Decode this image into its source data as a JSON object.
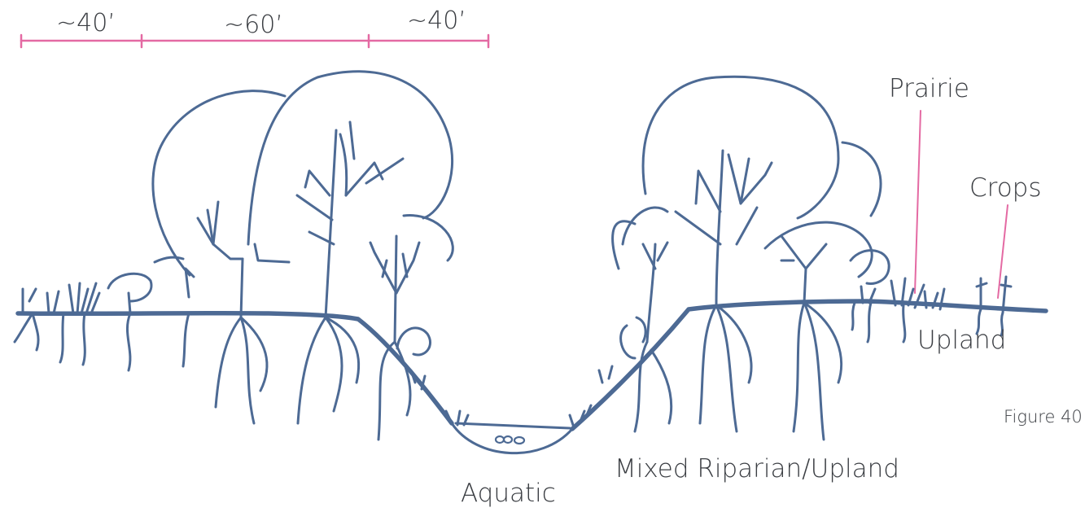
{
  "scale_bar": {
    "color": "#e46aa3",
    "segments": [
      {
        "label": "~40’"
      },
      {
        "label": "~60’"
      },
      {
        "label": "~40’"
      }
    ]
  },
  "labels": {
    "prairie": "Prairie",
    "crops": "Crops",
    "upland": "Upland",
    "mixed": "Mixed Riparian/Upland",
    "aquatic": "Aquatic",
    "figure": "Figure 40"
  },
  "colors": {
    "sketch": "#4d6a94",
    "leader": "#e46aa3",
    "text": "#3a3d42"
  }
}
